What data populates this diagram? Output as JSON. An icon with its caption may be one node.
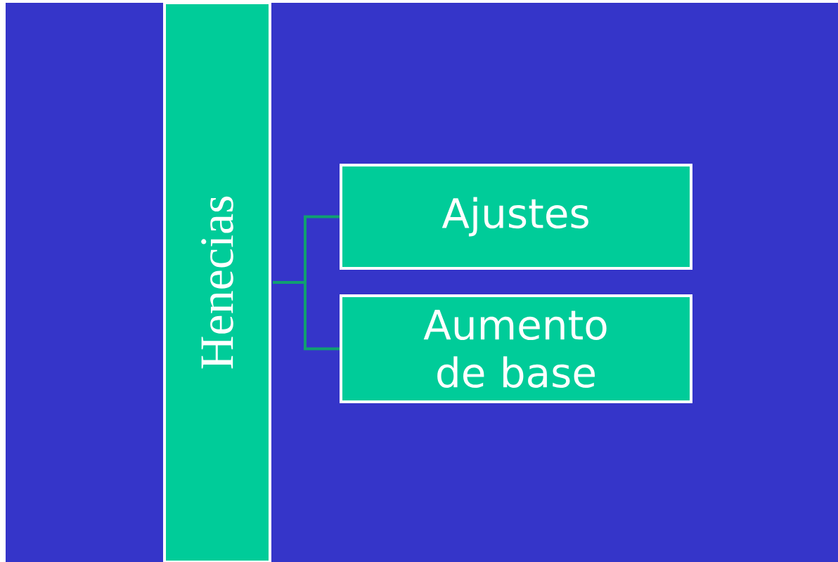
{
  "diagram": {
    "nodes": [
      {
        "text": [
          "Henecias"
        ]
      },
      {
        "text": [
          "Ajustes"
        ]
      },
      {
        "text": [
          "Aumento de base"
        ]
      }
    ],
    "edges": [
      {
        "from": 0,
        "to": 1,
        "arrow": "none"
      },
      {
        "from": 0,
        "to": 2,
        "arrow": "none"
      }
    ]
  }
}
